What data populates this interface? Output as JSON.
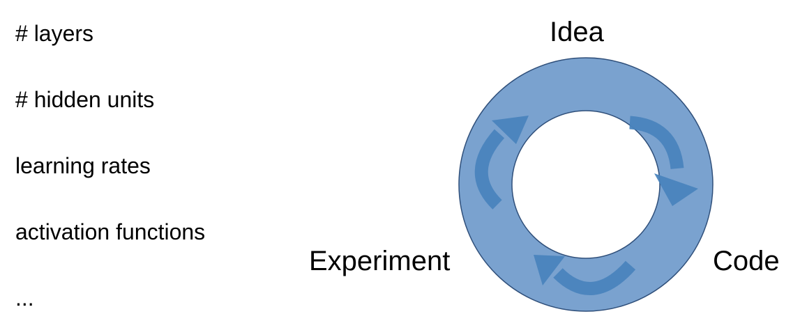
{
  "hyperparameters": {
    "items": [
      "# layers",
      "# hidden units",
      "learning rates",
      "activation functions",
      "..."
    ]
  },
  "cycle": {
    "stages": {
      "idea": "Idea",
      "code": "Code",
      "experiment": "Experiment"
    },
    "ring_fill_color": "#7aa2cf",
    "ring_stroke_color": "#2f4f7a",
    "arrow_color": "#4a84bd",
    "arrow_icons": [
      "clockwise-arrow-icon",
      "clockwise-arrow-icon",
      "clockwise-arrow-icon"
    ]
  }
}
